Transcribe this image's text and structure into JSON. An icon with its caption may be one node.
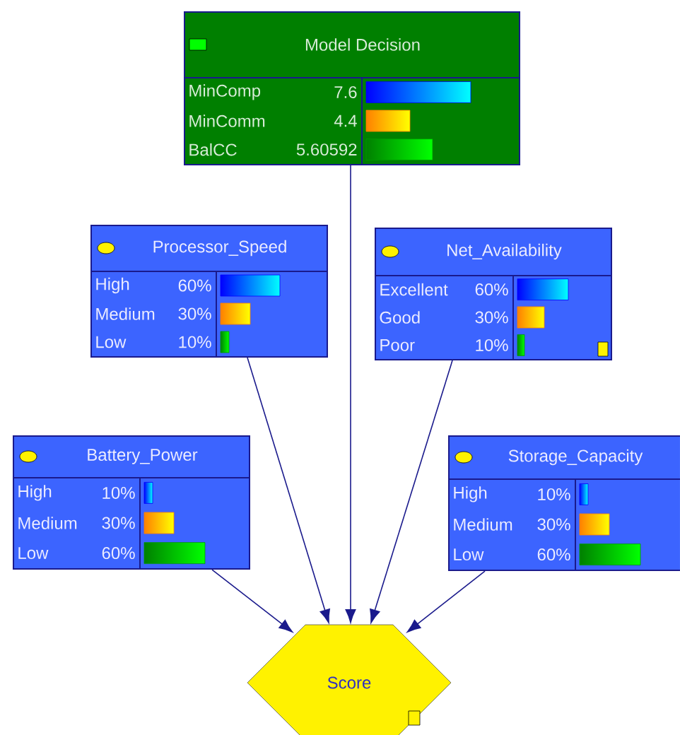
{
  "diagram": {
    "nodes": [
      {
        "text": [
          "Model Decision",
          "MinComp",
          "7.6",
          "MinComm",
          "4.4",
          "BalCC",
          "5.60592"
        ]
      },
      {
        "text": [
          "Processor_Speed",
          "High",
          "60%",
          "Medium",
          "30%",
          "Low",
          "10%"
        ]
      },
      {
        "text": [
          "Net_Availability",
          "Excellent",
          "60%",
          "Good",
          "30%",
          "Poor",
          "10%"
        ]
      },
      {
        "text": [
          "Battery_Power",
          "High",
          "10%",
          "Medium",
          "30%",
          "Low",
          "60%"
        ]
      },
      {
        "text": [
          "Storage_Capacity",
          "High",
          "10%",
          "Medium",
          "30%",
          "Low",
          "60%"
        ]
      },
      {
        "text": [
          "Score"
        ]
      }
    ],
    "edges": [
      {
        "from": 0,
        "to": 5,
        "arrow": "to"
      },
      {
        "from": 1,
        "to": 5,
        "arrow": "to"
      },
      {
        "from": 2,
        "to": 5,
        "arrow": "to"
      },
      {
        "from": 3,
        "to": 5,
        "arrow": "to"
      },
      {
        "from": 4,
        "to": 5,
        "arrow": "to"
      }
    ]
  }
}
